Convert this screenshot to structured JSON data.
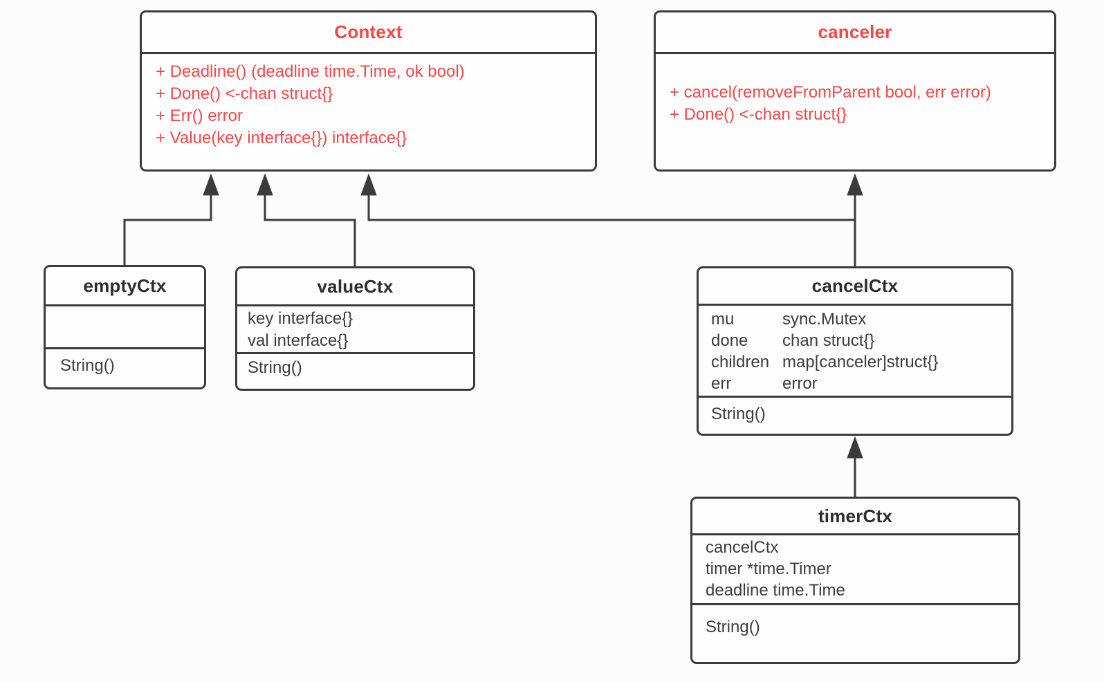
{
  "colors": {
    "accent_red": "#f94545",
    "line_dark": "#3b3b3b",
    "text_dark": "#3c3c3c",
    "box_fill": "#fefefe",
    "background": "#fcfcfc"
  },
  "classes": {
    "context": {
      "name": "Context",
      "methods": [
        "+ Deadline() (deadline time.Time, ok bool)",
        "+ Done() <-chan struct{}",
        "+ Err() error",
        "+ Value(key interface{}) interface{}"
      ]
    },
    "canceler": {
      "name": "canceler",
      "methods": [
        "+ cancel(removeFromParent bool, err error)",
        "+ Done() <-chan struct{}"
      ]
    },
    "emptyCtx": {
      "name": "emptyCtx",
      "attributes": [],
      "methods": [
        "String()"
      ]
    },
    "valueCtx": {
      "name": "valueCtx",
      "attributes": [
        "key interface{}",
        "val interface{}"
      ],
      "methods": [
        "String()"
      ]
    },
    "cancelCtx": {
      "name": "cancelCtx",
      "attributes": [
        {
          "name": "mu",
          "type": "sync.Mutex"
        },
        {
          "name": "done",
          "type": "chan struct{}"
        },
        {
          "name": "children",
          "type": "map[canceler]struct{}"
        },
        {
          "name": "err",
          "type": "error"
        }
      ],
      "methods": [
        "String()"
      ]
    },
    "timerCtx": {
      "name": "timerCtx",
      "attributes": [
        "cancelCtx",
        "timer *time.Timer",
        "deadline time.Time"
      ],
      "methods": [
        "String()"
      ]
    }
  },
  "relations": [
    {
      "from": "emptyCtx",
      "to": "Context",
      "arrow": "solid-triangle"
    },
    {
      "from": "valueCtx",
      "to": "Context",
      "arrow": "solid-triangle"
    },
    {
      "from": "cancelCtx",
      "to": "Context",
      "arrow": "solid-triangle"
    },
    {
      "from": "cancelCtx",
      "to": "canceler",
      "arrow": "solid-triangle"
    },
    {
      "from": "timerCtx",
      "to": "cancelCtx",
      "arrow": "solid-triangle"
    }
  ]
}
